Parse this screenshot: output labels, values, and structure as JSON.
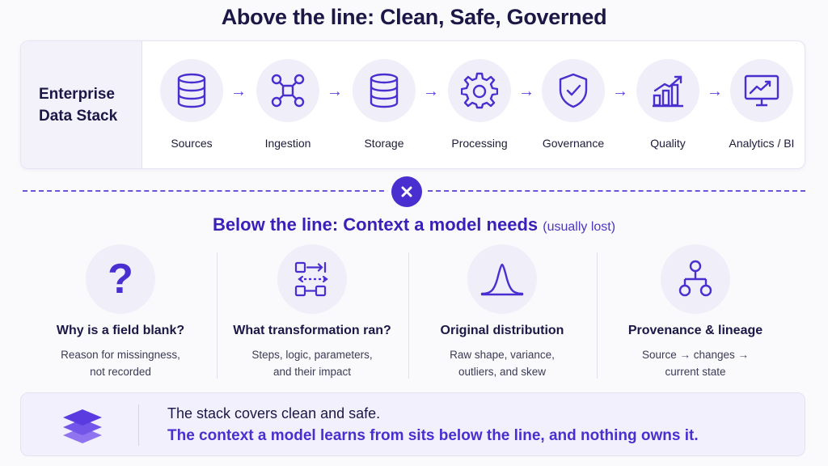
{
  "title_top": "Above the line: Clean, Safe, Governed",
  "stack": {
    "label_line1": "Enterprise",
    "label_line2": "Data Stack",
    "stages": [
      {
        "label": "Sources",
        "icon": "database-icon"
      },
      {
        "label": "Ingestion",
        "icon": "network-nodes-icon"
      },
      {
        "label": "Storage",
        "icon": "database-icon"
      },
      {
        "label": "Processing",
        "icon": "gear-icon"
      },
      {
        "label": "Governance",
        "icon": "shield-check-icon"
      },
      {
        "label": "Quality",
        "icon": "bar-chart-up-icon"
      },
      {
        "label": "Analytics / BI",
        "icon": "monitor-chart-icon"
      }
    ],
    "arrow_glyph": "→"
  },
  "title_below": {
    "main": "Below the line: Context a model needs",
    "sub": "(usually lost)"
  },
  "columns": [
    {
      "icon": "question-icon",
      "question_glyph": "?",
      "heading": "Why is a field blank?",
      "desc_line1": "Reason for missingness,",
      "desc_line2": "not recorded"
    },
    {
      "icon": "transformation-flow-icon",
      "heading": "What transformation ran?",
      "desc_line1": "Steps, logic, parameters,",
      "desc_line2": "and their impact"
    },
    {
      "icon": "bell-curve-icon",
      "heading": "Original distribution",
      "desc_line1": "Raw shape, variance,",
      "desc_line2": "outliers, and skew"
    },
    {
      "icon": "lineage-tree-icon",
      "heading": "Provenance & lineage",
      "desc_line1": "Source → changes →",
      "desc_line2": "current state"
    }
  ],
  "bottom": {
    "line1": "The stack covers clean and safe.",
    "line2": "The context a model learns from sits below the line, and nothing owns it.",
    "icon": "layers-icon"
  },
  "colors": {
    "accent": "#4a2fd0",
    "title": "#1b1746",
    "circle_bg": "#f0eef9"
  }
}
